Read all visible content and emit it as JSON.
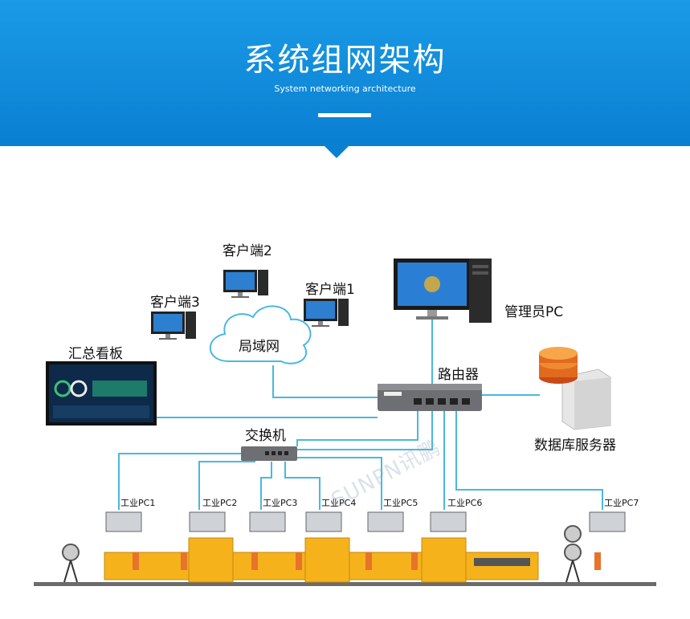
{
  "header": {
    "title": "系统组网架构",
    "subtitle": "System networking architecture"
  },
  "nodes": {
    "client2": "客户端2",
    "client3": "客户端3",
    "client1": "客户端1",
    "lan": "局域网",
    "admin_pc": "管理员PC",
    "dashboard": "汇总看板",
    "router": "路由器",
    "db_server": "数据库服务器",
    "switch": "交换机"
  },
  "industrial_pcs": [
    "工业PC1",
    "工业PC2",
    "工业PC3",
    "工业PC4",
    "工业PC5",
    "工业PC6",
    "工业PC7"
  ],
  "watermark": "SUNPN讯鹏",
  "colors": {
    "banner": "#0a86d8",
    "link": "#49b8e0",
    "machine": "#f5b21b",
    "track": "#6b6b6b"
  }
}
